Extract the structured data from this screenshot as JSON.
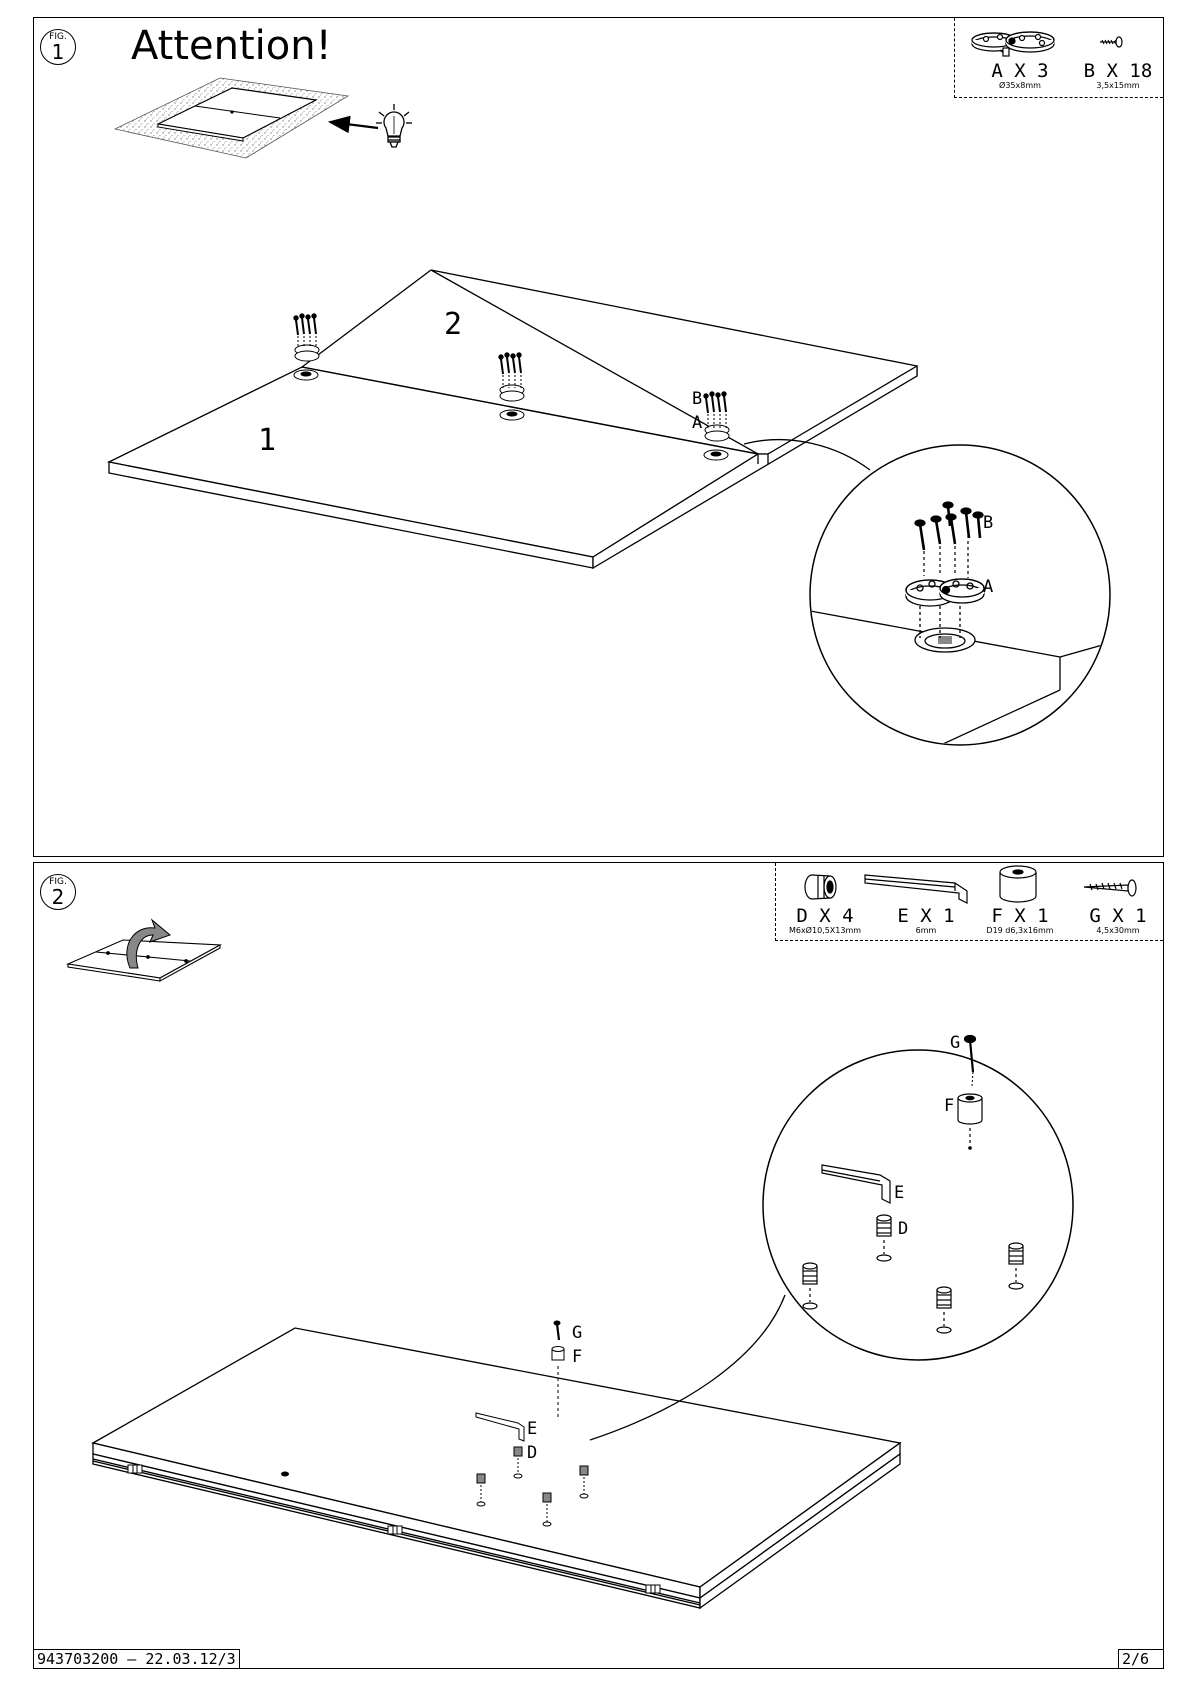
{
  "fig1": {
    "badge_label": "FIG.",
    "badge_number": "1",
    "title": "Attention!",
    "parts": [
      {
        "label": "A X 3",
        "dim": "Ø35x8mm"
      },
      {
        "label": "B X 18",
        "dim": "3,5x15mm"
      }
    ],
    "panel_labels": [
      "1",
      "2"
    ],
    "callouts": [
      "B",
      "A"
    ],
    "detail_callouts": [
      "B",
      "A"
    ]
  },
  "fig2": {
    "badge_label": "FIG.",
    "badge_number": "2",
    "parts": [
      {
        "label": "D X 4",
        "dim": "M6xØ10,5X13mm"
      },
      {
        "label": "E X 1",
        "dim": "6mm"
      },
      {
        "label": "F X 1",
        "dim": "D19  d6,3x16mm"
      },
      {
        "label": "G X 1",
        "dim": "4,5x30mm"
      }
    ],
    "callouts": [
      "G",
      "F",
      "E",
      "D"
    ],
    "detail_callouts": [
      "G",
      "F",
      "E",
      "D"
    ]
  },
  "footer": {
    "doc_ref": "943703200  –  22.03.12/3",
    "page": "2/6"
  }
}
